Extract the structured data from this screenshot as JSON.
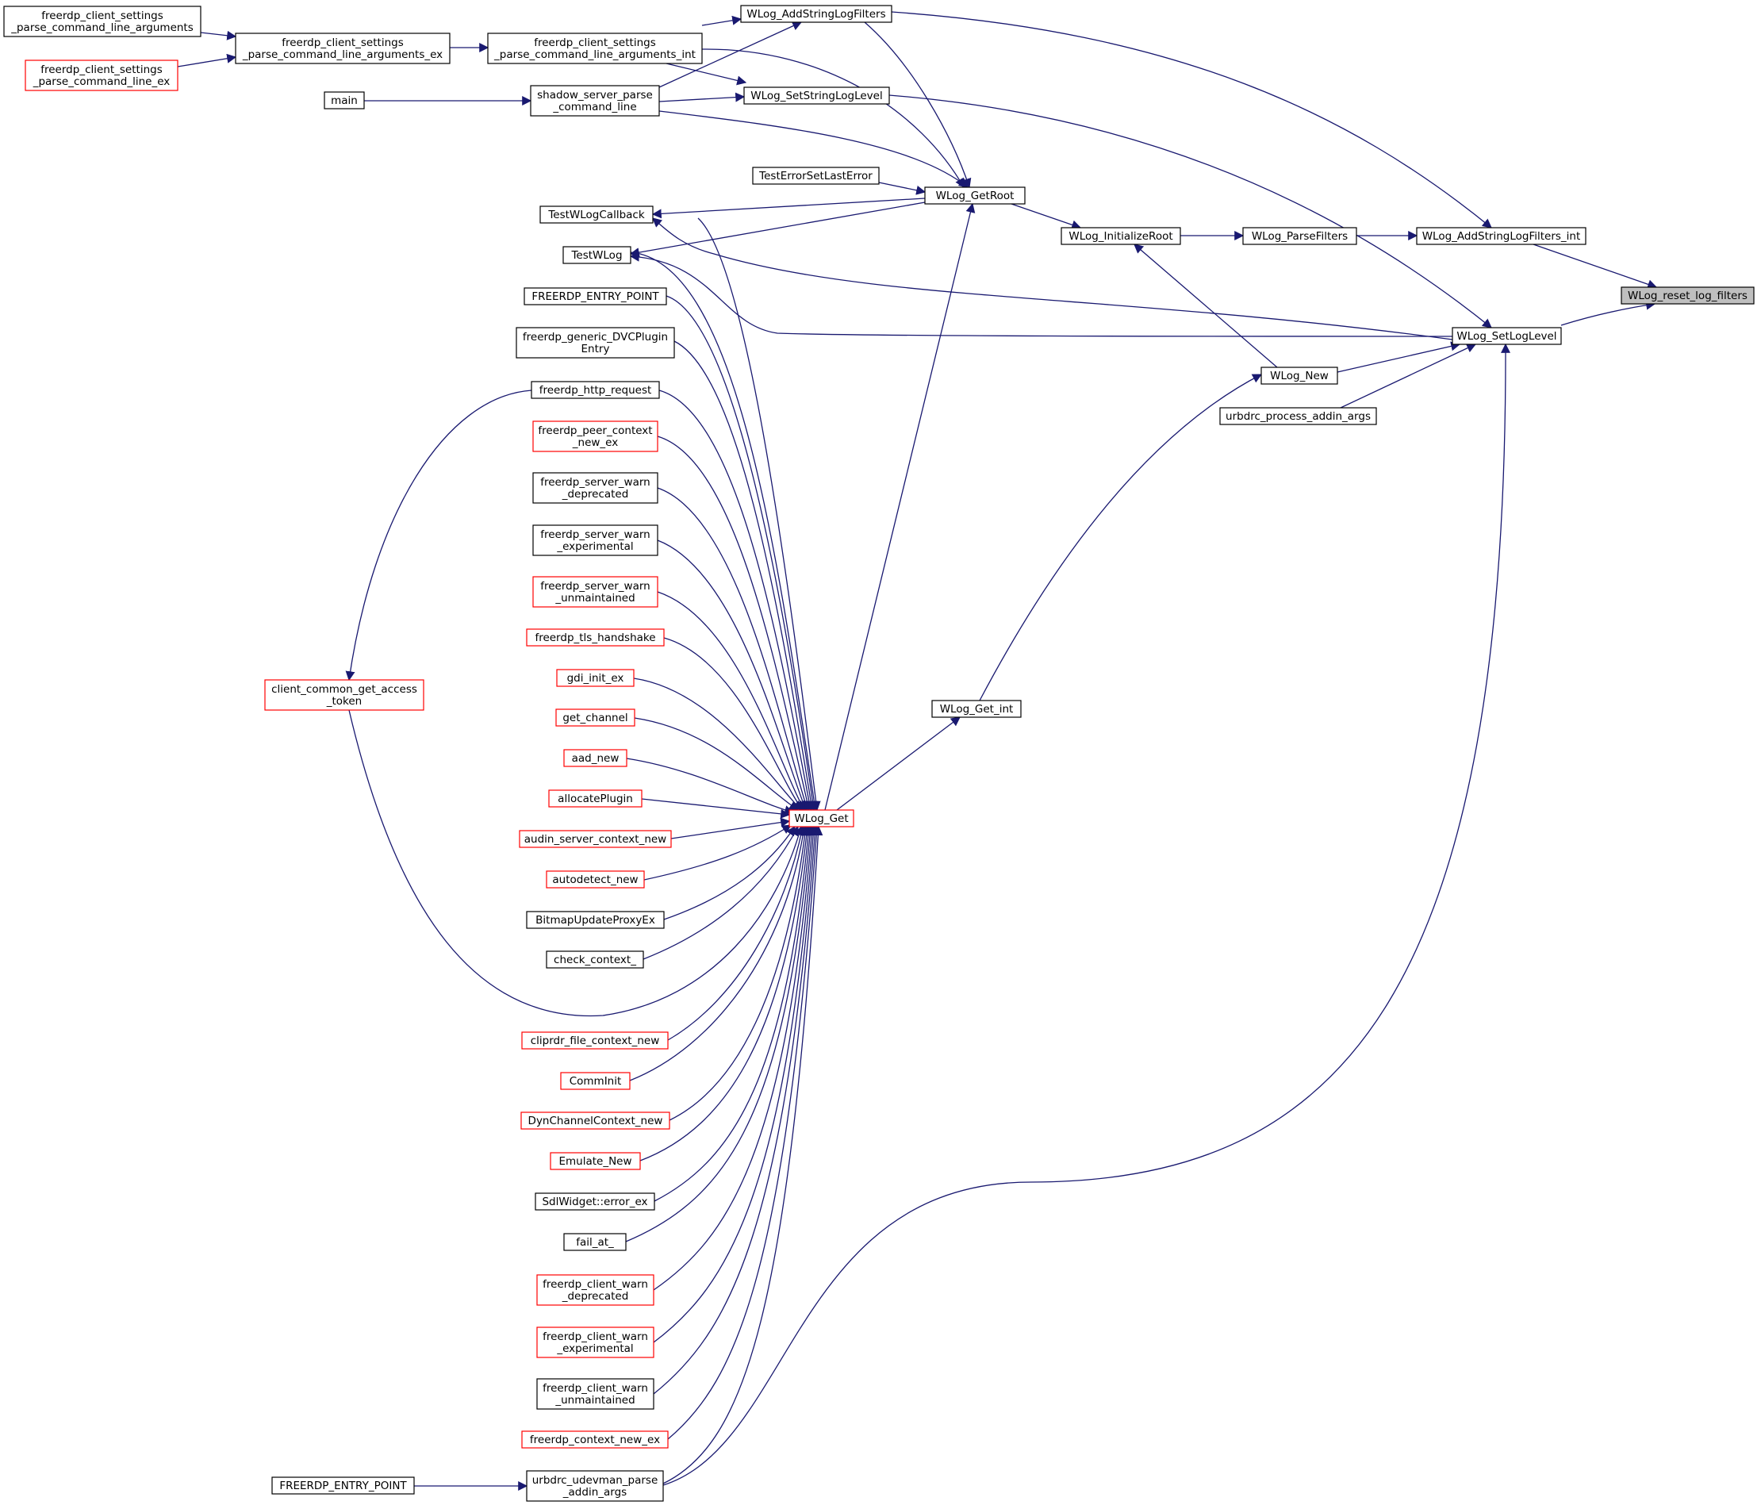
{
  "colors": {
    "edge": "#191970",
    "border_normal": "#000000",
    "border_truncated": "#ff0000",
    "root_fill": "#bfbfbf",
    "node_fill": "#ffffff"
  },
  "nodes": {
    "reset_filters": {
      "lines": [
        "WLog_reset_log_filters"
      ],
      "style": "root"
    },
    "add_filters_int": {
      "lines": [
        "WLog_AddStringLogFilters_int"
      ],
      "style": "normal"
    },
    "set_log_level": {
      "lines": [
        "WLog_SetLogLevel"
      ],
      "style": "normal"
    },
    "add_filters": {
      "lines": [
        "WLog_AddStringLogFilters"
      ],
      "style": "normal"
    },
    "parse_filters": {
      "lines": [
        "WLog_ParseFilters"
      ],
      "style": "normal"
    },
    "initialize_root": {
      "lines": [
        "WLog_InitializeRoot"
      ],
      "style": "normal"
    },
    "get_root": {
      "lines": [
        "WLog_GetRoot"
      ],
      "style": "normal"
    },
    "set_string_level": {
      "lines": [
        "WLog_SetStringLogLevel"
      ],
      "style": "normal"
    },
    "wlog_new": {
      "lines": [
        "WLog_New"
      ],
      "style": "normal"
    },
    "urbdrc_addin": {
      "lines": [
        "urbdrc_process_addin_args"
      ],
      "style": "normal"
    },
    "get_int": {
      "lines": [
        "WLog_Get_int"
      ],
      "style": "normal"
    },
    "wlog_get": {
      "lines": [
        "WLog_Get"
      ],
      "style": "truncated"
    },
    "cmdline_int": {
      "lines": [
        "freerdp_client_settings",
        "_parse_command_line_arguments_int"
      ],
      "style": "normal"
    },
    "cmdline_ex": {
      "lines": [
        "freerdp_client_settings",
        "_parse_command_line_arguments_ex"
      ],
      "style": "normal"
    },
    "cmdline": {
      "lines": [
        "freerdp_client_settings",
        "_parse_command_line_arguments"
      ],
      "style": "normal"
    },
    "cmdline_line_ex": {
      "lines": [
        "freerdp_client_settings",
        "_parse_command_line_ex"
      ],
      "style": "truncated"
    },
    "shadow_parse": {
      "lines": [
        "shadow_server_parse",
        "_command_line"
      ],
      "style": "normal"
    },
    "main": {
      "lines": [
        "main"
      ],
      "style": "normal"
    },
    "test_set_last_error": {
      "lines": [
        "TestErrorSetLastError"
      ],
      "style": "normal"
    },
    "test_callback": {
      "lines": [
        "TestWLogCallback"
      ],
      "style": "normal"
    },
    "test_wlog": {
      "lines": [
        "TestWLog"
      ],
      "style": "normal"
    },
    "entry_point_1": {
      "lines": [
        "FREERDP_ENTRY_POINT"
      ],
      "style": "normal"
    },
    "dvc_plugin": {
      "lines": [
        "freerdp_generic_DVCPlugin",
        "Entry"
      ],
      "style": "normal"
    },
    "http_request": {
      "lines": [
        "freerdp_http_request"
      ],
      "style": "normal"
    },
    "peer_context": {
      "lines": [
        "freerdp_peer_context",
        "_new_ex"
      ],
      "style": "truncated"
    },
    "server_warn_deprecated": {
      "lines": [
        "freerdp_server_warn",
        "_deprecated"
      ],
      "style": "normal"
    },
    "server_warn_experimental": {
      "lines": [
        "freerdp_server_warn",
        "_experimental"
      ],
      "style": "normal"
    },
    "server_warn_unmaintained": {
      "lines": [
        "freerdp_server_warn",
        "_unmaintained"
      ],
      "style": "truncated"
    },
    "tls_handshake": {
      "lines": [
        "freerdp_tls_handshake"
      ],
      "style": "truncated"
    },
    "gdi_init": {
      "lines": [
        "gdi_init_ex"
      ],
      "style": "truncated"
    },
    "get_channel": {
      "lines": [
        "get_channel"
      ],
      "style": "truncated"
    },
    "aad_new": {
      "lines": [
        "aad_new"
      ],
      "style": "truncated"
    },
    "allocate_plugin": {
      "lines": [
        "allocatePlugin"
      ],
      "style": "truncated"
    },
    "audin_server": {
      "lines": [
        "audin_server_context_new"
      ],
      "style": "truncated"
    },
    "autodetect": {
      "lines": [
        "autodetect_new"
      ],
      "style": "truncated"
    },
    "bitmap_proxy": {
      "lines": [
        "BitmapUpdateProxyEx"
      ],
      "style": "normal"
    },
    "check_context": {
      "lines": [
        "check_context_"
      ],
      "style": "normal"
    },
    "access_token": {
      "lines": [
        "client_common_get_access",
        "_token"
      ],
      "style": "truncated"
    },
    "cliprdr": {
      "lines": [
        "cliprdr_file_context_new"
      ],
      "style": "truncated"
    },
    "comm_init": {
      "lines": [
        "CommInit"
      ],
      "style": "truncated"
    },
    "dyn_channel": {
      "lines": [
        "DynChannelContext_new"
      ],
      "style": "truncated"
    },
    "emulate_new": {
      "lines": [
        "Emulate_New"
      ],
      "style": "truncated"
    },
    "sdl_widget": {
      "lines": [
        "SdlWidget::error_ex"
      ],
      "style": "normal"
    },
    "fail_at": {
      "lines": [
        "fail_at_"
      ],
      "style": "normal"
    },
    "client_warn_deprecated": {
      "lines": [
        "freerdp_client_warn",
        "_deprecated"
      ],
      "style": "truncated"
    },
    "client_warn_experimental": {
      "lines": [
        "freerdp_client_warn",
        "_experimental"
      ],
      "style": "truncated"
    },
    "client_warn_unmaintained": {
      "lines": [
        "freerdp_client_warn",
        "_unmaintained"
      ],
      "style": "normal"
    },
    "context_new_ex": {
      "lines": [
        "freerdp_context_new_ex"
      ],
      "style": "truncated"
    },
    "udevman_parse": {
      "lines": [
        "urbdrc_udevman_parse",
        "_addin_args"
      ],
      "style": "normal"
    },
    "entry_point_2": {
      "lines": [
        "FREERDP_ENTRY_POINT"
      ],
      "style": "normal"
    }
  }
}
